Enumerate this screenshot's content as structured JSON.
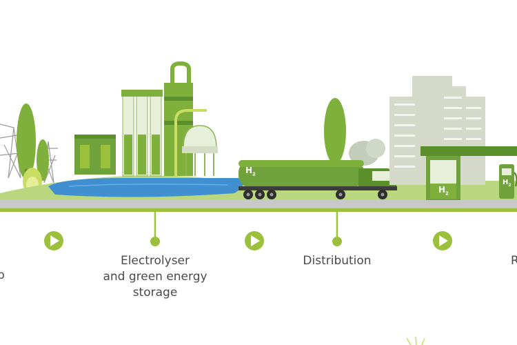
{
  "stages": [
    {
      "id": "left-partial",
      "lines": [
        "p"
      ]
    },
    {
      "id": "electrolyser",
      "lines": [
        "Electrolyser",
        "and green energy",
        "storage"
      ]
    },
    {
      "id": "distribution",
      "lines": [
        "Distribution"
      ]
    },
    {
      "id": "right-partial",
      "lines": [
        "R"
      ]
    }
  ],
  "vehicle_text": {
    "tanker": "H",
    "station_sign": "H",
    "pump_sign": "H",
    "subscript": "2"
  },
  "colors": {
    "green_dark": "#5a8f2c",
    "green_mid": "#7fb03c",
    "green_light": "#b9d77e",
    "lime": "#9bc13c",
    "grey_building": "#d4d9c9",
    "water": "#3f8fd1",
    "road": "#c8c8c8",
    "text": "#4a4a4a"
  }
}
